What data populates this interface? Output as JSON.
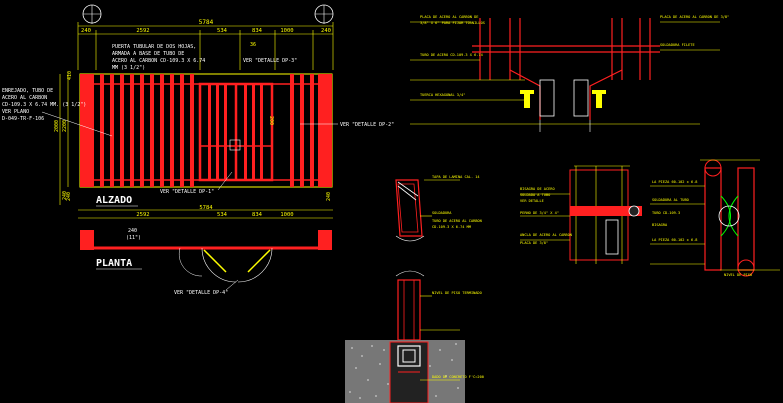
{
  "views": {
    "alzado": "ALZADO",
    "planta": "PLANTA"
  },
  "elevation": {
    "dims_top": [
      "240",
      "2592",
      "534",
      "834",
      "1000",
      "240"
    ],
    "total_width": "5784",
    "gate_note": [
      "PUERTA TUBULAR DE DOS HOJAS,",
      "ARMADA A BASE DE TUBO DE",
      "ACERO AL CARBON CD-109.3 X 6.74",
      "MM (3 1/2\")"
    ],
    "dim_36": "36",
    "ref_dp3": "VER \"DETALLE DP-3\"",
    "ref_dp2": "VER \"DETALLE DP-2\"",
    "ref_dp1": "VER \"DETALLE DP-1\"",
    "side_note": [
      "ENREJADO, TUBO DE",
      "ACERO AL CARBON",
      "CD-109.3 X 6.74 MM. (3 1/2\")",
      "VER PLANO",
      "D-049-TR-F-106"
    ],
    "dims_left": [
      "410",
      "2000",
      "2200",
      "240"
    ],
    "dim_200": "200"
  },
  "plan": {
    "total_width": "5784",
    "dims_top": [
      "2592",
      "534",
      "834",
      "1000"
    ],
    "dim_240": "240",
    "dim_11": "(11\")",
    "ref_dp4": "VER \"DETALLE DP-4\""
  },
  "details": {
    "d3_labels": [
      "PLACA DE ACERO AL CARBON DE",
      "3/8\" X 6\" PARA FIJAR TORNILLOS",
      "TUBO DE ACERO CD-109.3 X 6.74",
      "TUERCA HEXAGONAL 3/4\"",
      "PLACA DE ACERO AL CARBON DE 3/8\"",
      "SOLDADURA FILETE"
    ],
    "d2_labels": [
      "TAPA DE LAMINA CAL. 14",
      "SOLDADURA",
      "TUBO DE ACERO AL CARBON",
      "CD-109.3 X 6.74 MM",
      "NIVEL DE PISO TERMINADO",
      "DADO DE CONCRETO F'C=200"
    ],
    "d1_labels": [
      "BISAGRA DE ACERO",
      "SOLDADA A TUBO",
      "VER DETALLE",
      "PERNO DE 3/4\" X 4\"",
      "ANCLA DE ACERO AL CARBON",
      "PLACA DE 3/8\""
    ],
    "d4_labels": [
      "LA PIEZA 60-102 x 6.8",
      "SOLDADURA AL TUBO",
      "TUBO CD-109.3",
      "BISAGRA",
      "LA PIEZA 60-102 x 6.8",
      "NIVEL DE PISO"
    ]
  }
}
